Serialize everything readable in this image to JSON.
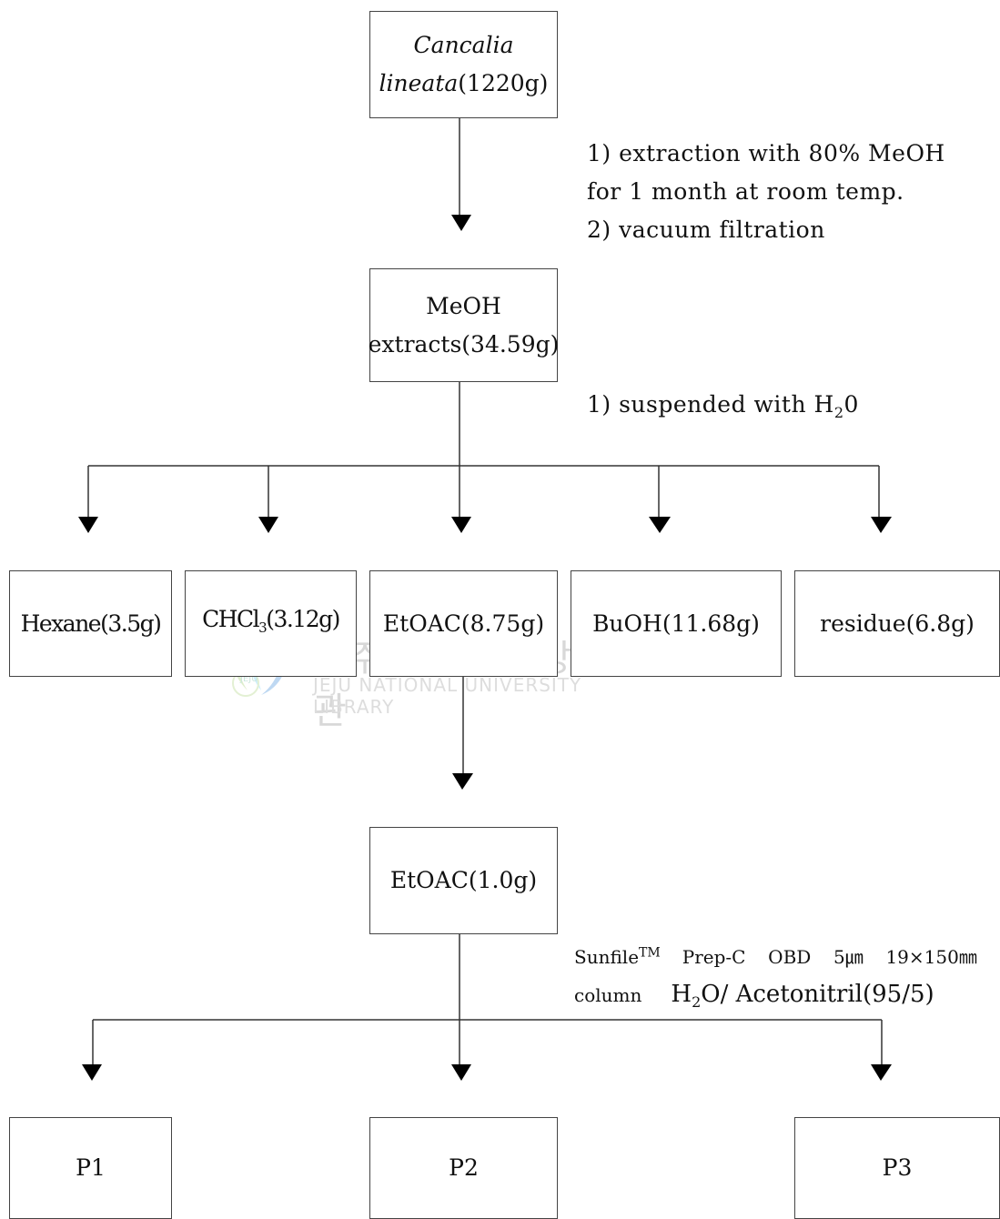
{
  "nodes": {
    "plant": {
      "name": "Cancalia",
      "name2": "lineata",
      "amount": "(1220g)"
    },
    "meoh": {
      "line1": "MeOH",
      "line2": "extracts(34.59g)"
    },
    "hexane": {
      "label": "Hexane(3.5g)"
    },
    "chcl3": {
      "label_pre": "CHCl",
      "label_sub": "3",
      "label_post": "(3.12g)"
    },
    "etoac": {
      "label": "EtOAC(8.75g)"
    },
    "buoh": {
      "label": "BuOH(11.68g)"
    },
    "residue": {
      "label": "residue(6.8g)"
    },
    "etoac2": {
      "label": "EtOAC(1.0g)"
    },
    "p1": {
      "label": "P1"
    },
    "p2": {
      "label": "P2"
    },
    "p3": {
      "label": "P3"
    }
  },
  "notes": {
    "extraction": {
      "line1": "1) extraction with 80% MeOH",
      "line2": "for 1 month at room temp.",
      "line3": "2) vacuum filtration"
    },
    "suspension": {
      "text_pre": "1) suspended with H",
      "sub": "2",
      "text_post": "0"
    },
    "column": {
      "brand": "Sunfile",
      "tm": "TM",
      "spec": "Prep-C  OBD  5㎛  19×150㎜",
      "col": "column",
      "eluent_pre": "H",
      "eluent_sub": "2",
      "eluent_post": "O/ Acetonitril(95/5)"
    }
  },
  "watermark": {
    "korean": "제주대학교 중앙도서관",
    "english": "JEJU NATIONAL UNIVERSITY LIBRARY",
    "logo_text": "JEJU"
  }
}
